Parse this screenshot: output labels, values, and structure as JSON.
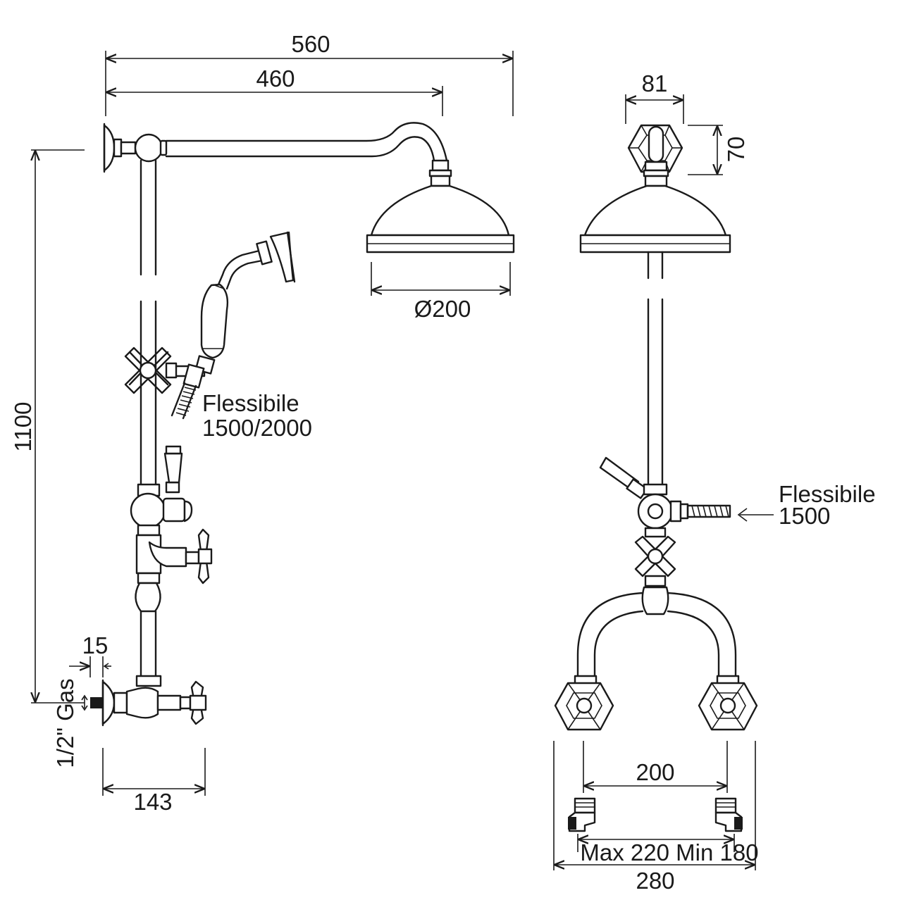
{
  "dimensions": {
    "arm_length_total": "560",
    "arm_length_to_head": "460",
    "head_diameter": "Ø200",
    "column_height": "1100",
    "connector_width": "81",
    "connector_height": "70",
    "wall_offset": "15",
    "inlet_thread": "1/2\" Gas",
    "mixer_depth": "143",
    "inlet_spacing": "200",
    "eccentric_range": "Max 220 Min 180",
    "overall_width": "280"
  },
  "labels": {
    "hose_side_view": "Flessibile",
    "hose_side_view_length": "1500/2000",
    "hose_front_view": "Flessibile",
    "hose_front_view_length": "1500"
  },
  "colors": {
    "line": "#1a1a1a",
    "background": "#ffffff"
  }
}
